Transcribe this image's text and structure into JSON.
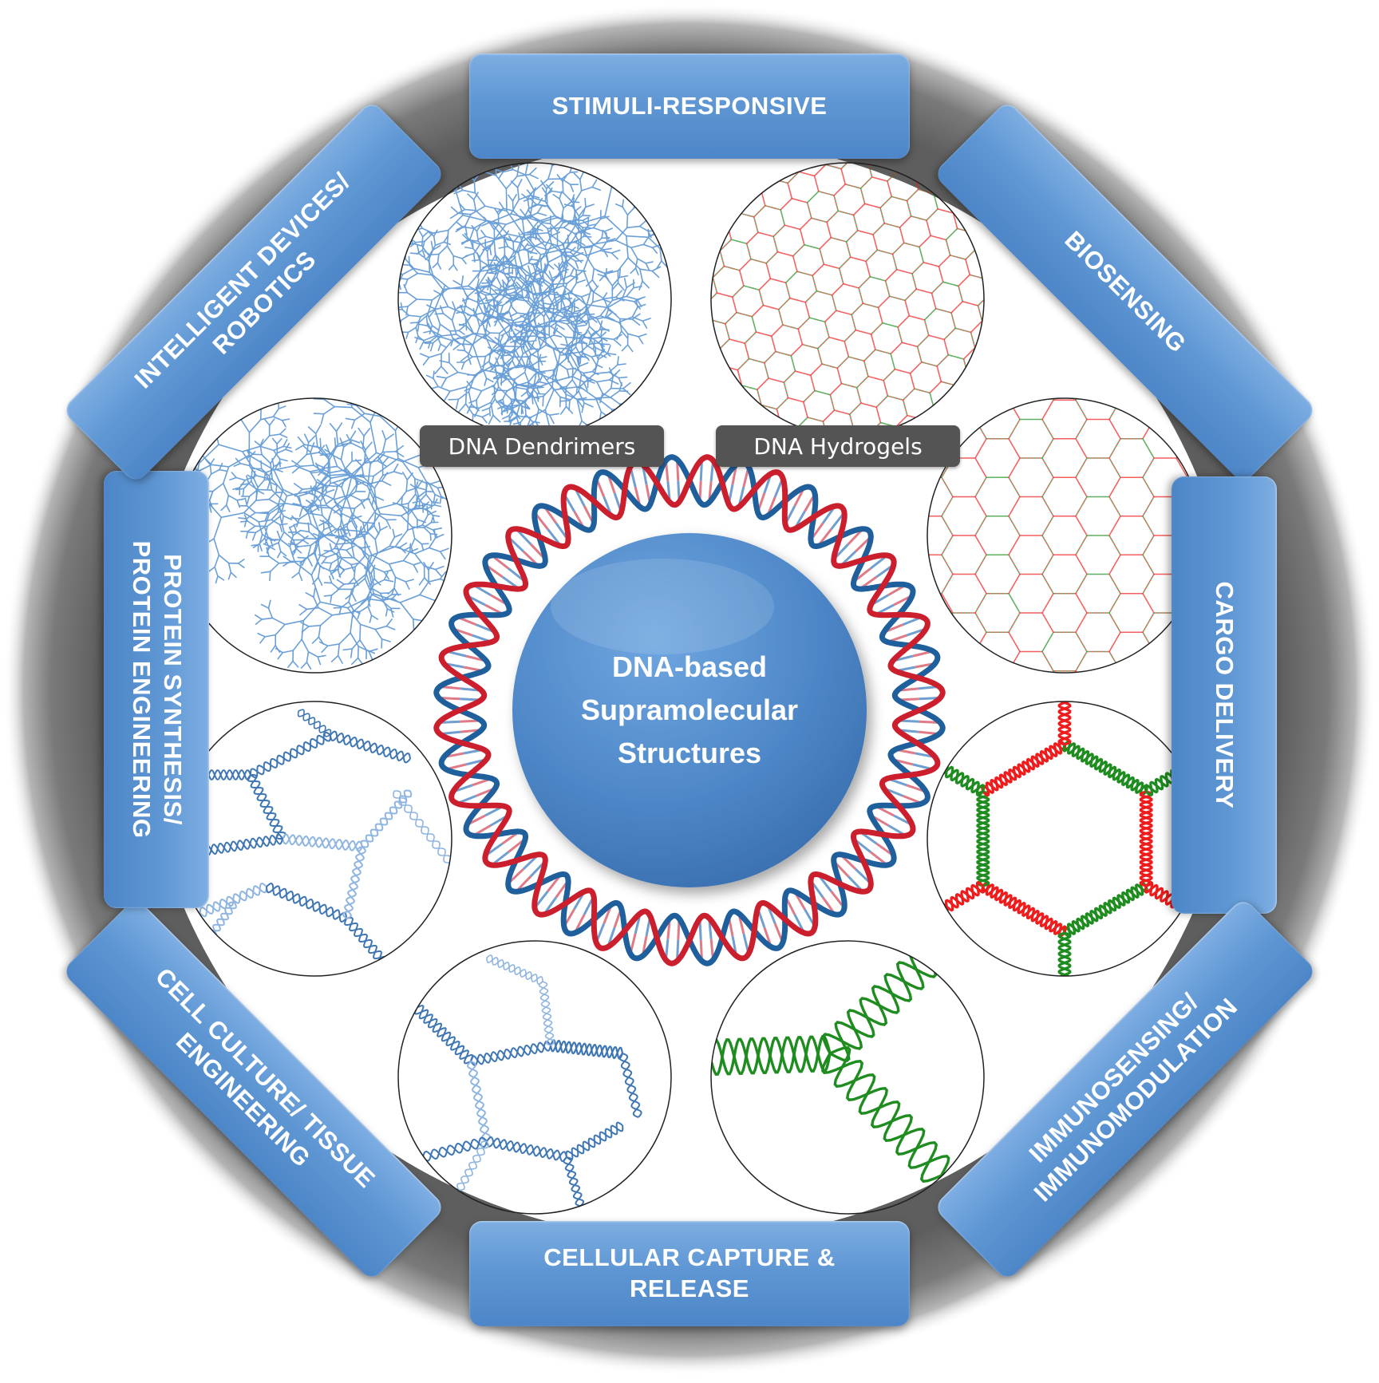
{
  "center": {
    "lines": [
      "DNA-based",
      "Supramolecular",
      "Structures"
    ]
  },
  "tags": {
    "dendrimers": "DNA Dendrimers",
    "hydrogels": "DNA Hydrogels"
  },
  "applications": {
    "stimuli_responsive": "STIMULI-RESPONSIVE",
    "biosensing": "BIOSENSING",
    "cargo_delivery": "CARGO DELIVERY",
    "immunosensing": "IMMUNOSENSING/\nIMMUNOMODULATION",
    "cellular_capture": "CELLULAR CAPTURE &\nRELEASE",
    "cell_culture": "CELL CULTURE/ TISSUE\nENGINEERING",
    "protein_synthesis": "PROTEIN SYNTHESIS/\nPROTEIN ENGINEERING",
    "intelligent_devices": "INTELLIGENT DEVICES/\nROBOTICS"
  },
  "colors": {
    "panel_blue": "#5b95d3",
    "ring_gray": "#6d6d6d",
    "center_blue": "#4f88c8",
    "dna_red": "#cc1f2d",
    "dna_blue": "#1f5f9c",
    "hydrogel_red": "#ee1c1c",
    "hydrogel_green": "#1e8c1e",
    "tag_gray": "#545454"
  }
}
